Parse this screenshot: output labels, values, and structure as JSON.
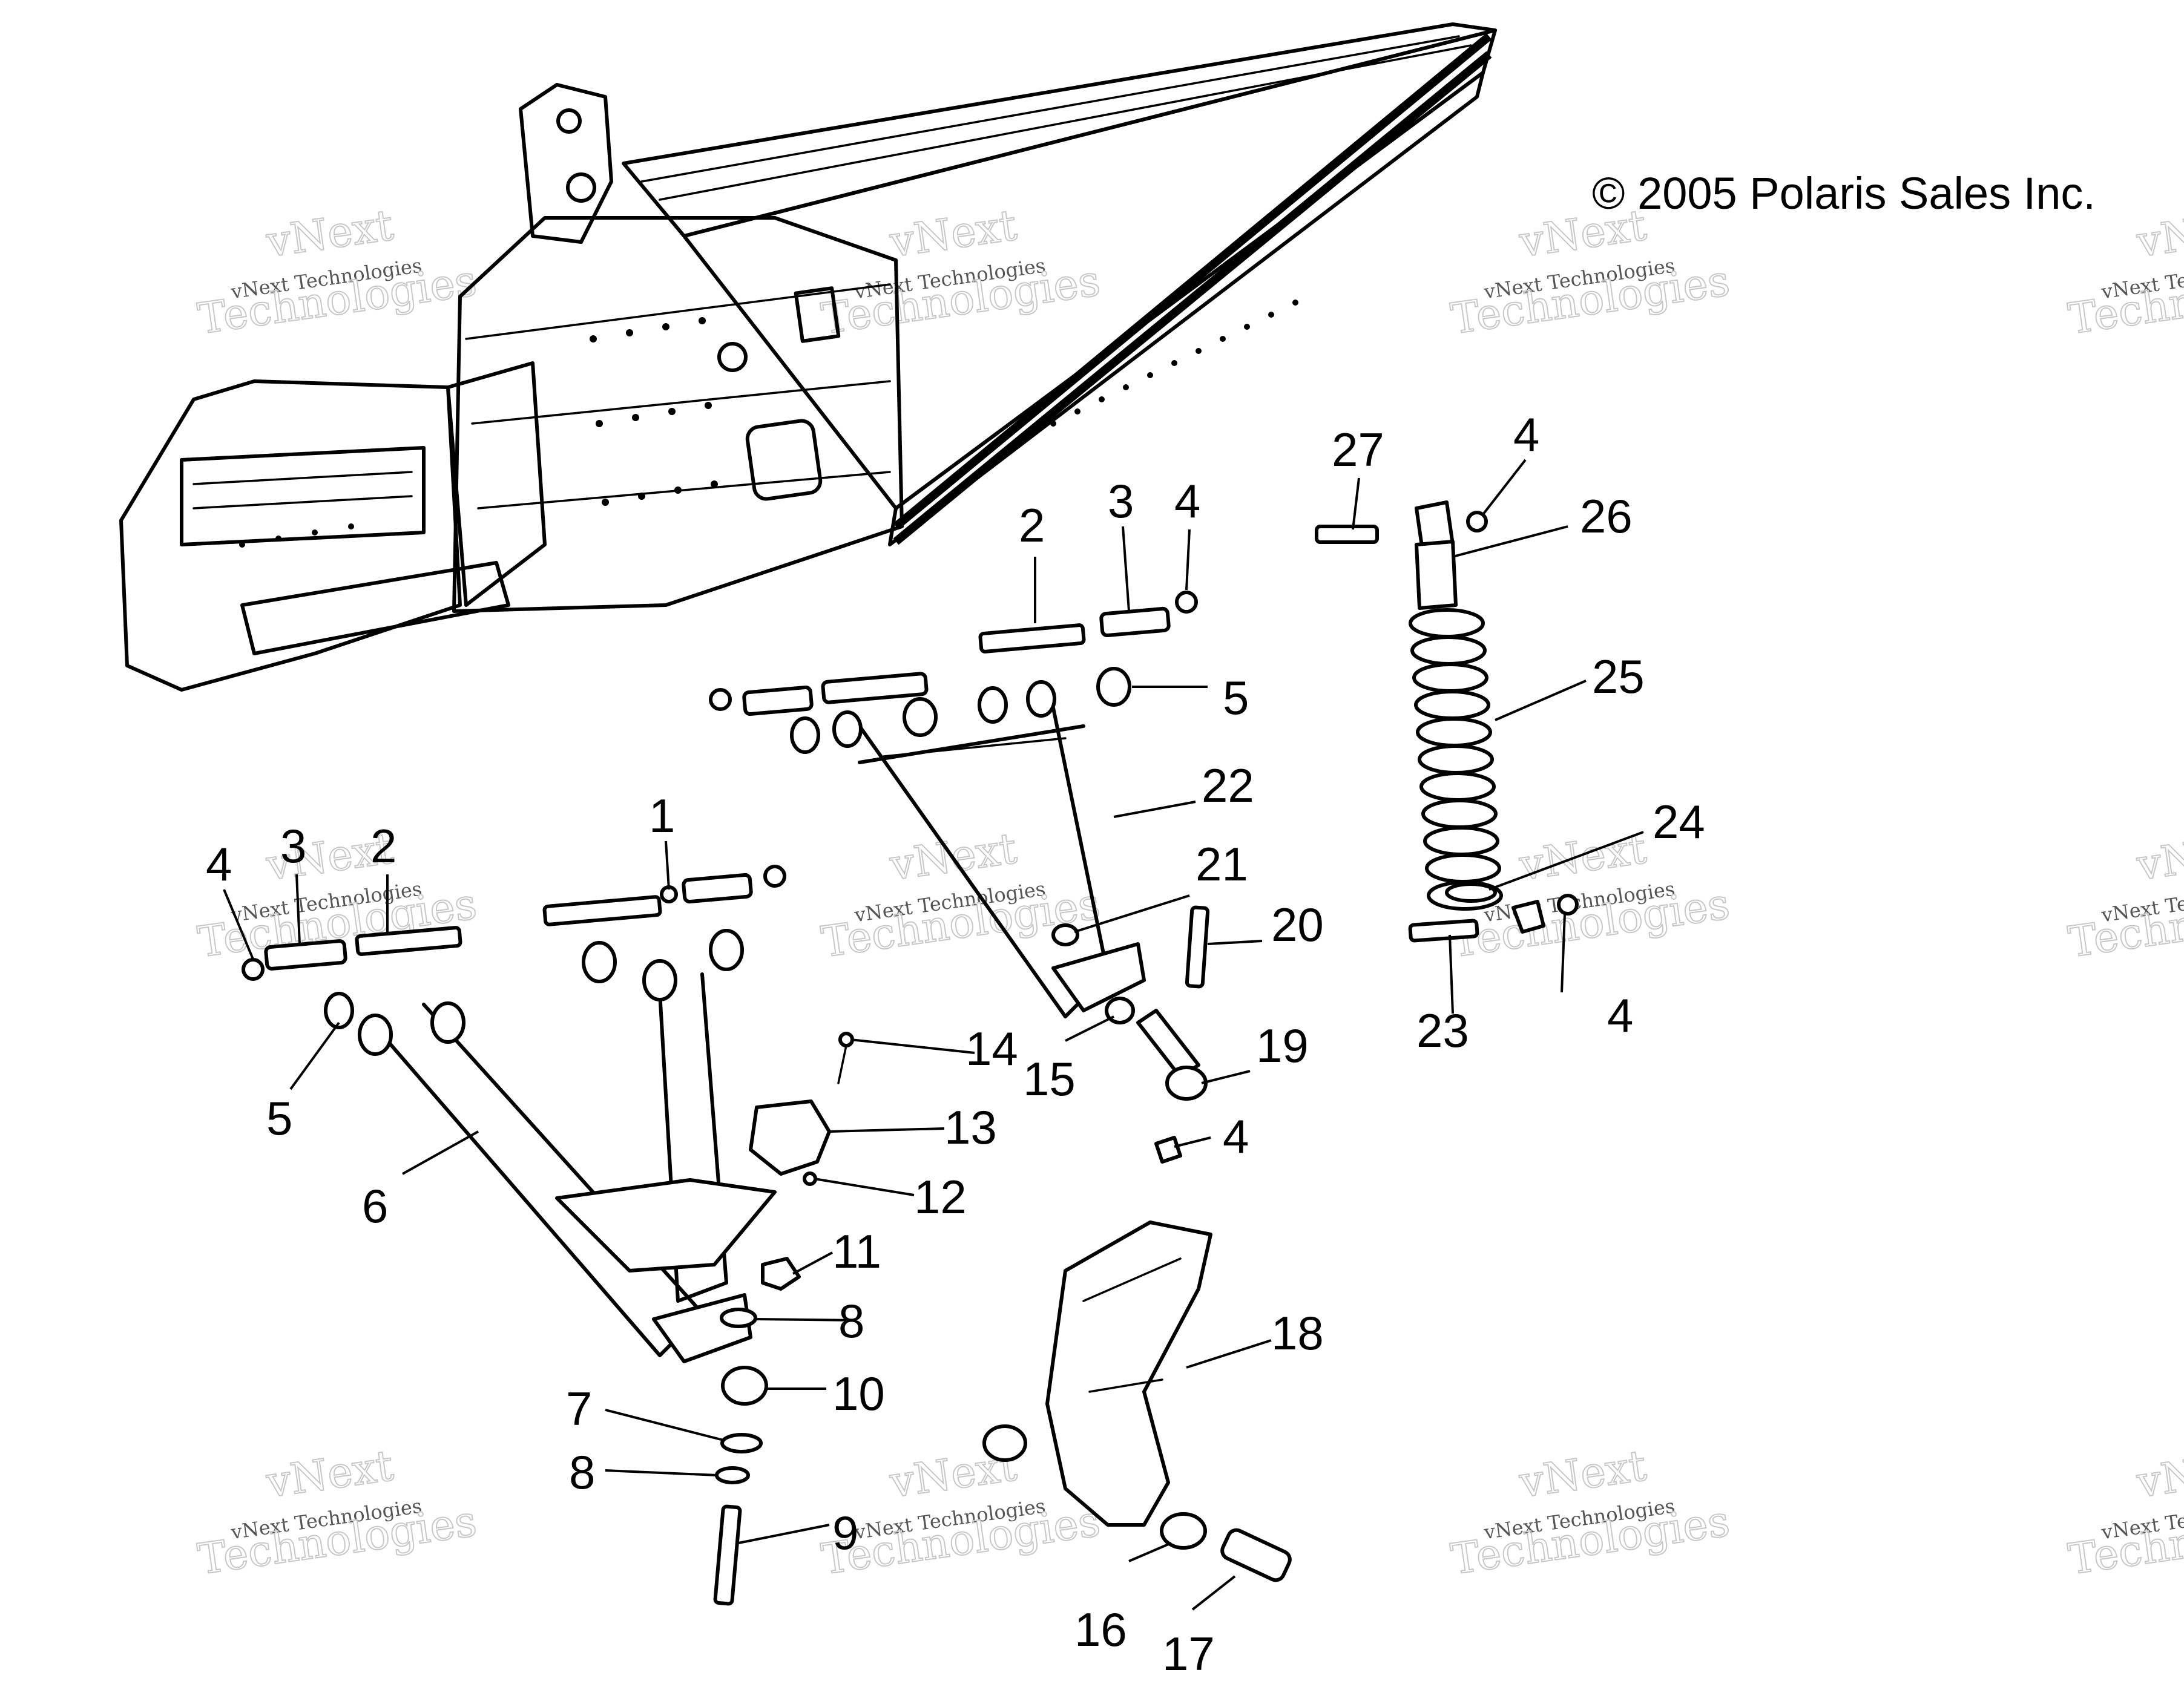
{
  "copyright": "© 2005 Polaris Sales Inc.",
  "watermark": {
    "line1": "vNext",
    "line2": "vNext Technologies",
    "line3": "Technologies"
  },
  "callouts": {
    "c1": "1",
    "c2a": "2",
    "c2b": "2",
    "c3a": "3",
    "c3b": "3",
    "c4a": "4",
    "c4b": "4",
    "c4c": "4",
    "c4d": "4",
    "c4e": "4",
    "c5a": "5",
    "c5b": "5",
    "c6": "6",
    "c7": "7",
    "c8a": "8",
    "c8b": "8",
    "c9": "9",
    "c10": "10",
    "c11": "11",
    "c12": "12",
    "c13": "13",
    "c14": "14",
    "c15": "15",
    "c16": "16",
    "c17": "17",
    "c18": "18",
    "c19": "19",
    "c20": "20",
    "c21": "21",
    "c22": "22",
    "c23": "23",
    "c24": "24",
    "c25": "25",
    "c26": "26",
    "c27": "27"
  }
}
